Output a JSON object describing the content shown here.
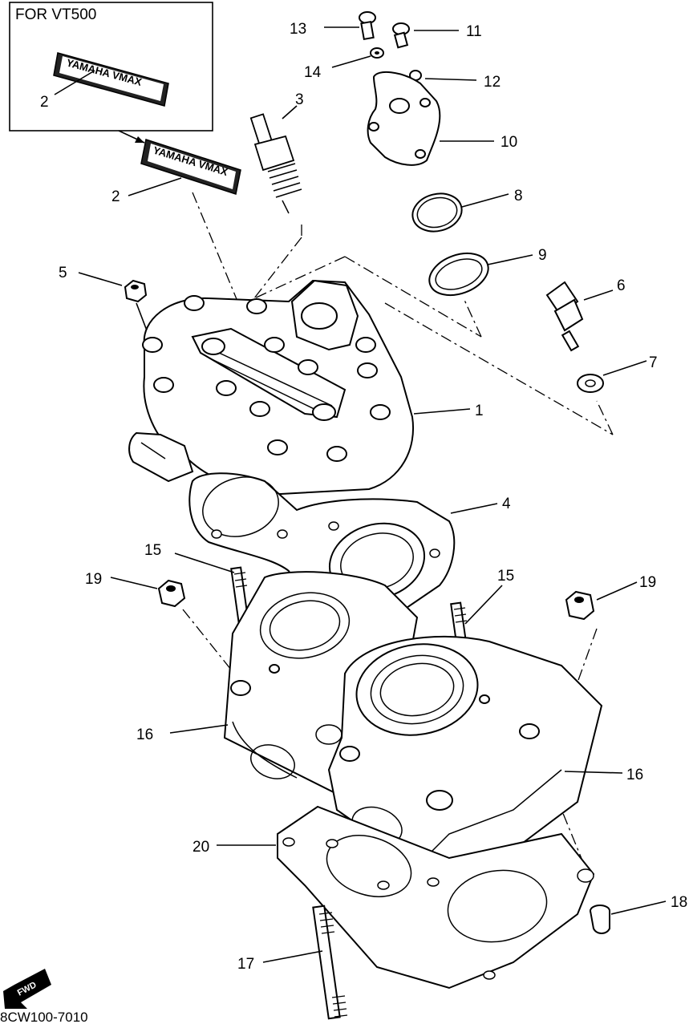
{
  "inset": {
    "title": "FOR VT500"
  },
  "decal_text": "YAMAHA VMAX",
  "fwd_label": "FWD",
  "diagram_code": "8CW100-7010",
  "callouts": {
    "c_inset2": "2",
    "c2": "2",
    "c3": "3",
    "c13": "13",
    "c11": "11",
    "c14": "14",
    "c12": "12",
    "c10": "10",
    "c8": "8",
    "c9": "9",
    "c5": "5",
    "c6": "6",
    "c7": "7",
    "c1": "1",
    "c4": "4",
    "c15a": "15",
    "c15b": "15",
    "c19a": "19",
    "c19b": "19",
    "c16a": "16",
    "c16b": "16",
    "c20": "20",
    "c18": "18",
    "c17": "17"
  }
}
